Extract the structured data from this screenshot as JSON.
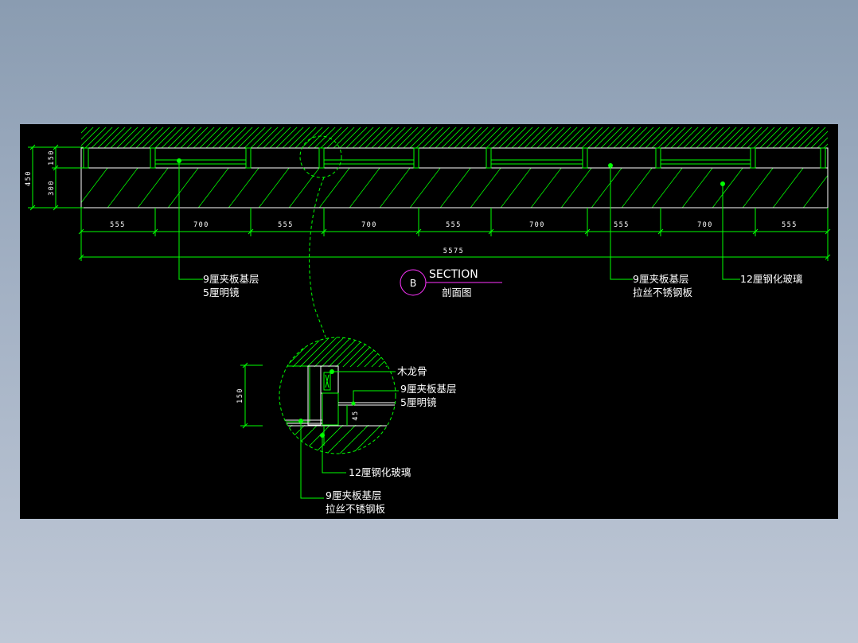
{
  "colors": {
    "background_outer": "#8a9cb1",
    "drawing_background": "#000000",
    "line_green": "#00ff00",
    "text_white": "#ffffff",
    "marker_magenta": "#ff33ff"
  },
  "section": {
    "height_total": "450",
    "height_top": "150",
    "height_bottom": "300",
    "bay_widths": [
      "555",
      "700",
      "555",
      "700",
      "555",
      "700",
      "555",
      "700",
      "555"
    ],
    "total_width": "5575"
  },
  "marker": {
    "letter": "B",
    "title": "SECTION",
    "subtitle": "剖面图"
  },
  "labels": {
    "mirror_l1": "9厘夹板基层",
    "mirror_l2": "5厘明镜",
    "steel_l1": "9厘夹板基层",
    "steel_l2": "拉丝不锈钢板",
    "glass": "12厘钢化玻璃"
  },
  "detail": {
    "height": "150",
    "offset": "45",
    "keel": "木龙骨",
    "mirror_l1": "9厘夹板基层",
    "mirror_l2": "5厘明镜",
    "glass": "12厘钢化玻璃",
    "steel_l1": "9厘夹板基层",
    "steel_l2": "拉丝不锈钢板"
  }
}
